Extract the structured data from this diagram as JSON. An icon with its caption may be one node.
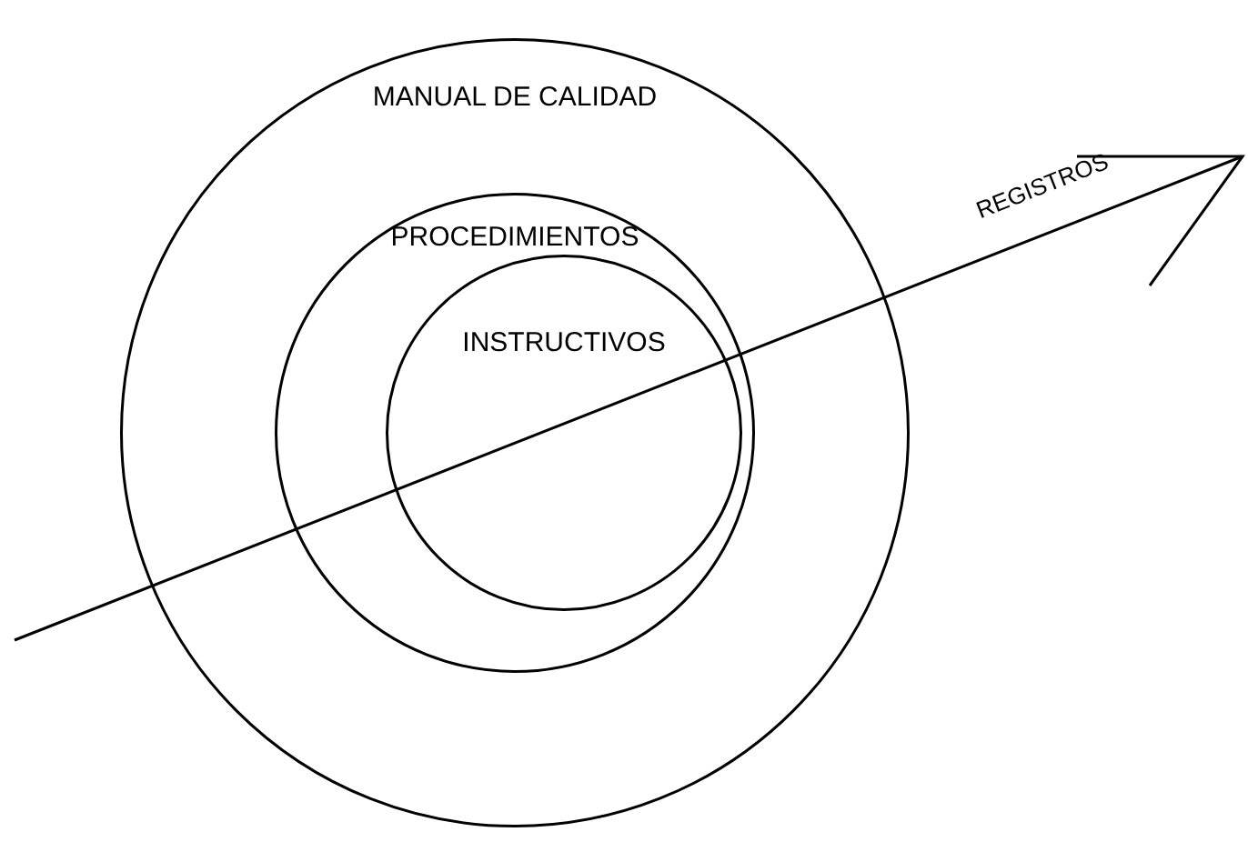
{
  "diagram": {
    "nodes": [
      {
        "text": [
          "MANUAL DE CALIDAD"
        ]
      },
      {
        "text": [
          "PROCEDIMIENTOS"
        ],
        "in": 0
      },
      {
        "text": [
          "INSTRUCTIVOS"
        ],
        "in": 1
      }
    ],
    "labels": [
      "REGISTROS"
    ]
  }
}
